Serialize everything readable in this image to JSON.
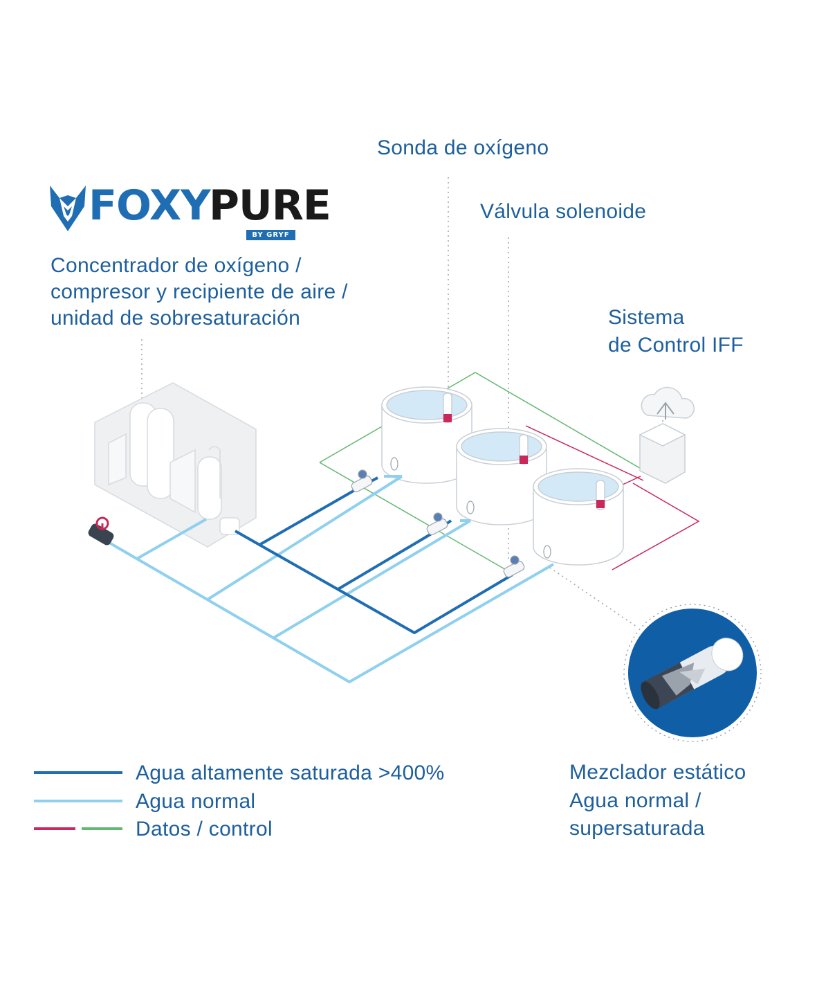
{
  "brand": {
    "name_part1": "FOXY",
    "name_part2": "PURE",
    "tagline": "BY GRYF",
    "color_primary": "#1f6db3",
    "color_dark": "#1a1a1a"
  },
  "labels": {
    "concentrator_line1": "Concentrador de oxígeno /",
    "concentrator_line2": "compresor y recipiente de aire /",
    "concentrator_line3": "unidad de sobresaturación",
    "probe": "Sonda de oxígeno",
    "valve": "Válvula solenoide",
    "control_line1": "Sistema",
    "control_line2": "de Control IFF",
    "mixer_line1": "Mezclador estático",
    "mixer_line2": "Agua normal /",
    "mixer_line3": "supersaturada"
  },
  "legend": [
    {
      "label": "Agua altamente saturada >400%",
      "colors": [
        "#1f6db3"
      ]
    },
    {
      "label": "Agua normal",
      "colors": [
        "#8fd0ef"
      ]
    },
    {
      "label": "Datos / control",
      "colors": [
        "#c8285a",
        "#62b870"
      ]
    }
  ],
  "colors": {
    "text": "#1d5f9c",
    "saturated_pipe": "#1f6db3",
    "normal_pipe": "#8fd0ef",
    "data_red": "#c8285a",
    "data_green": "#62b870",
    "mixer_circle": "#0f5ea6",
    "tank_water": "#d3e9f7"
  },
  "icons": [
    "fox-logo-icon",
    "cloud-upload-icon",
    "valve-icon",
    "static-mixer-icon"
  ]
}
